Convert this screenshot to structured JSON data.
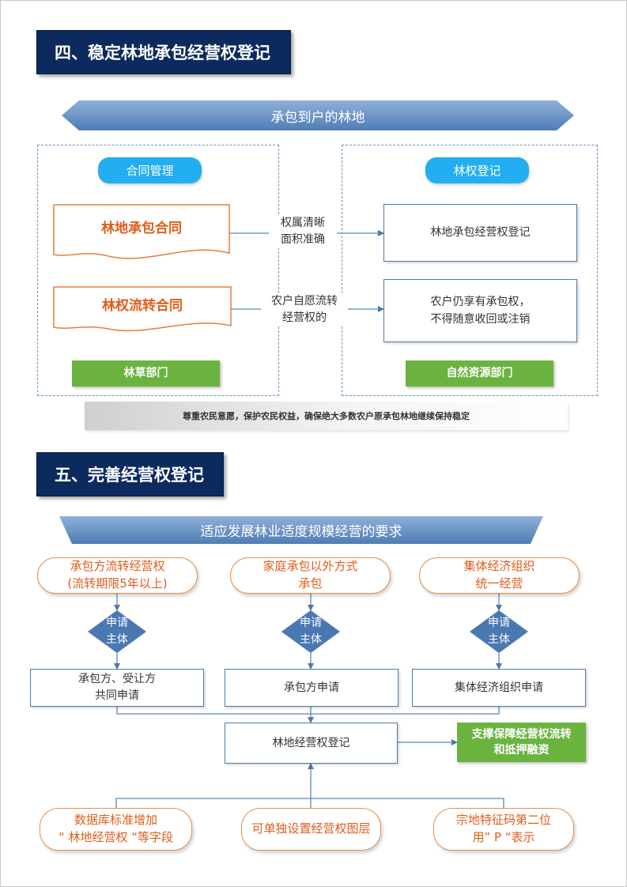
{
  "section4": {
    "title": "四、稳定林地承包经营权登记",
    "banner": "承包到户的林地",
    "left_group": {
      "tag": "合同管理",
      "doc1": "林地承包合同",
      "doc2": "林权流转合同",
      "department": "林草部门"
    },
    "right_group": {
      "tag": "林权登记",
      "box1": "林地承包经营权登记",
      "box2_line1": "农户仍享有承包权，",
      "box2_line2": "不得随意收回或注销",
      "department": "自然资源部门"
    },
    "arrow1_label_line1": "权属清晰",
    "arrow1_label_line2": "面积准确",
    "arrow2_label_line1": "农户自愿流转",
    "arrow2_label_line2": "经营权的",
    "footer_note": "尊重农民意愿，保护农民权益，确保绝大多数农户原承包林地继续保持稳定"
  },
  "section5": {
    "title": "五、完善经营权登记",
    "banner": "适应发展林业适度规模经营的要求",
    "sources": [
      {
        "line1": "承包方流转经营权",
        "line2": "(流转期限5年以上)"
      },
      {
        "line1": "家庭承包以外方式",
        "line2": "承包"
      },
      {
        "line1": "集体经济组织",
        "line2": "统一经营"
      }
    ],
    "decision": {
      "line1": "申请",
      "line2": "主体"
    },
    "applicants": [
      {
        "line1": "承包方、受让方",
        "line2": "共同申请"
      },
      {
        "line1": "承包方申请",
        "line2": ""
      },
      {
        "line1": "集体经济组织申请",
        "line2": ""
      }
    ],
    "registration": "林地经营权登记",
    "outcome_line1": "支撑保障经营权流转",
    "outcome_line2": "和抵押融资",
    "inputs": [
      {
        "line1": "数据库标准增加",
        "line2": "“ 林地经营权 “等字段"
      },
      {
        "line1": "可单独设置经营权图层",
        "line2": ""
      },
      {
        "line1": "宗地特征码第二位",
        "line2": "用” P “表示"
      }
    ]
  },
  "colors": {
    "navy": "#0d2a5e",
    "banner_blue": "#5b87bd",
    "pill_blue": "#22aef0",
    "orange": "#e05c1a",
    "green": "#6ab33f",
    "box_border": "#4f78a8"
  }
}
